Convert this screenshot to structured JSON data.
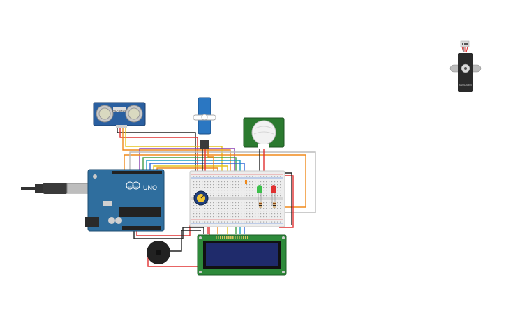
{
  "arduino": {
    "brand": "UNO",
    "subtitle": "ARDUINO"
  },
  "ultrasonic": {
    "label": "HC-SR04"
  },
  "servo_right": {
    "label": "SM-S2090S"
  },
  "colors": {
    "arduino_blue": "#2f6e9e",
    "lcd_green": "#2d8a3a",
    "lcd_screen": "#1f2b6b",
    "pir_green": "#2b7a2f",
    "servo_blue": "#2b77c2",
    "wire_red": "#e03030",
    "wire_black": "#222222",
    "wire_orange": "#f08a1c",
    "wire_yellow": "#e6c31c",
    "wire_purple": "#8a3fb0",
    "wire_green": "#43a047",
    "wire_cyan": "#1aa0c0",
    "wire_blue": "#2f6ad9",
    "wire_gray": "#bbbbbb",
    "wire_white": "#dddddd"
  },
  "icons": [
    "usb-cable-icon",
    "potentiometer-icon",
    "buzzer-icon",
    "pir-dome-icon",
    "led-green-icon",
    "led-red-icon"
  ]
}
